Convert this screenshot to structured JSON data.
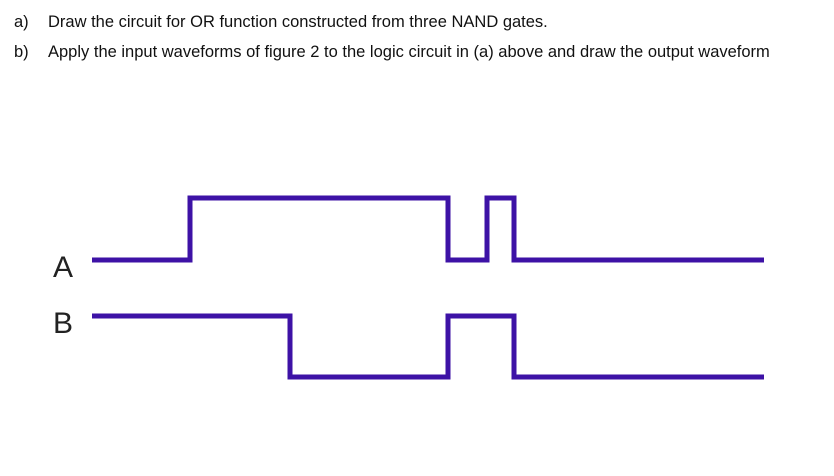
{
  "questions": [
    {
      "marker": "a)",
      "text": "Draw the circuit for OR function constructed from three NAND gates."
    },
    {
      "marker": "b)",
      "text": "Apply the input waveforms of figure 2 to the logic circuit in (a) above and draw the output waveform"
    }
  ],
  "waveforms": {
    "color": "#3d12a6",
    "signals": [
      {
        "label": "A",
        "levels": [
          0,
          1,
          1,
          1,
          0,
          1,
          0,
          0
        ]
      },
      {
        "label": "B",
        "levels": [
          1,
          1,
          0,
          0,
          1,
          1,
          0,
          0
        ]
      }
    ]
  }
}
